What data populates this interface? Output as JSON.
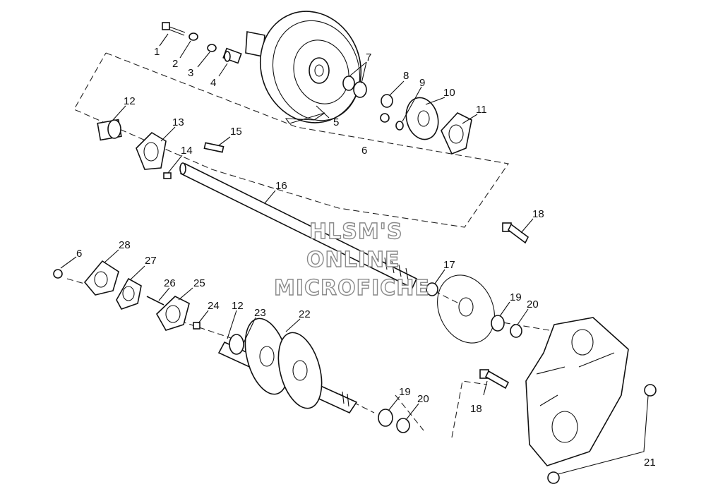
{
  "diagram": {
    "watermark": [
      "HLSM'S",
      "ONLINE",
      "MICROFICHE"
    ],
    "callouts": [
      {
        "id": "c1",
        "text": "1"
      },
      {
        "id": "c2",
        "text": "2"
      },
      {
        "id": "c3",
        "text": "3"
      },
      {
        "id": "c4",
        "text": "4"
      },
      {
        "id": "c5",
        "text": "5"
      },
      {
        "id": "c6a",
        "text": "6"
      },
      {
        "id": "c7",
        "text": "7"
      },
      {
        "id": "c8",
        "text": "8"
      },
      {
        "id": "c9",
        "text": "9"
      },
      {
        "id": "c10",
        "text": "10"
      },
      {
        "id": "c11",
        "text": "11"
      },
      {
        "id": "c12a",
        "text": "12"
      },
      {
        "id": "c13",
        "text": "13"
      },
      {
        "id": "c14",
        "text": "14"
      },
      {
        "id": "c15",
        "text": "15"
      },
      {
        "id": "c16",
        "text": "16"
      },
      {
        "id": "c17",
        "text": "17"
      },
      {
        "id": "c18a",
        "text": "18"
      },
      {
        "id": "c6b",
        "text": "6"
      },
      {
        "id": "c28",
        "text": "28"
      },
      {
        "id": "c27",
        "text": "27"
      },
      {
        "id": "c26",
        "text": "26"
      },
      {
        "id": "c25",
        "text": "25"
      },
      {
        "id": "c24",
        "text": "24"
      },
      {
        "id": "c12b",
        "text": "12"
      },
      {
        "id": "c23",
        "text": "23"
      },
      {
        "id": "c22",
        "text": "22"
      },
      {
        "id": "c19a",
        "text": "19"
      },
      {
        "id": "c20a",
        "text": "20"
      },
      {
        "id": "c19b",
        "text": "19"
      },
      {
        "id": "c20b",
        "text": "20"
      },
      {
        "id": "c18b",
        "text": "18"
      },
      {
        "id": "c21",
        "text": "21"
      }
    ]
  }
}
